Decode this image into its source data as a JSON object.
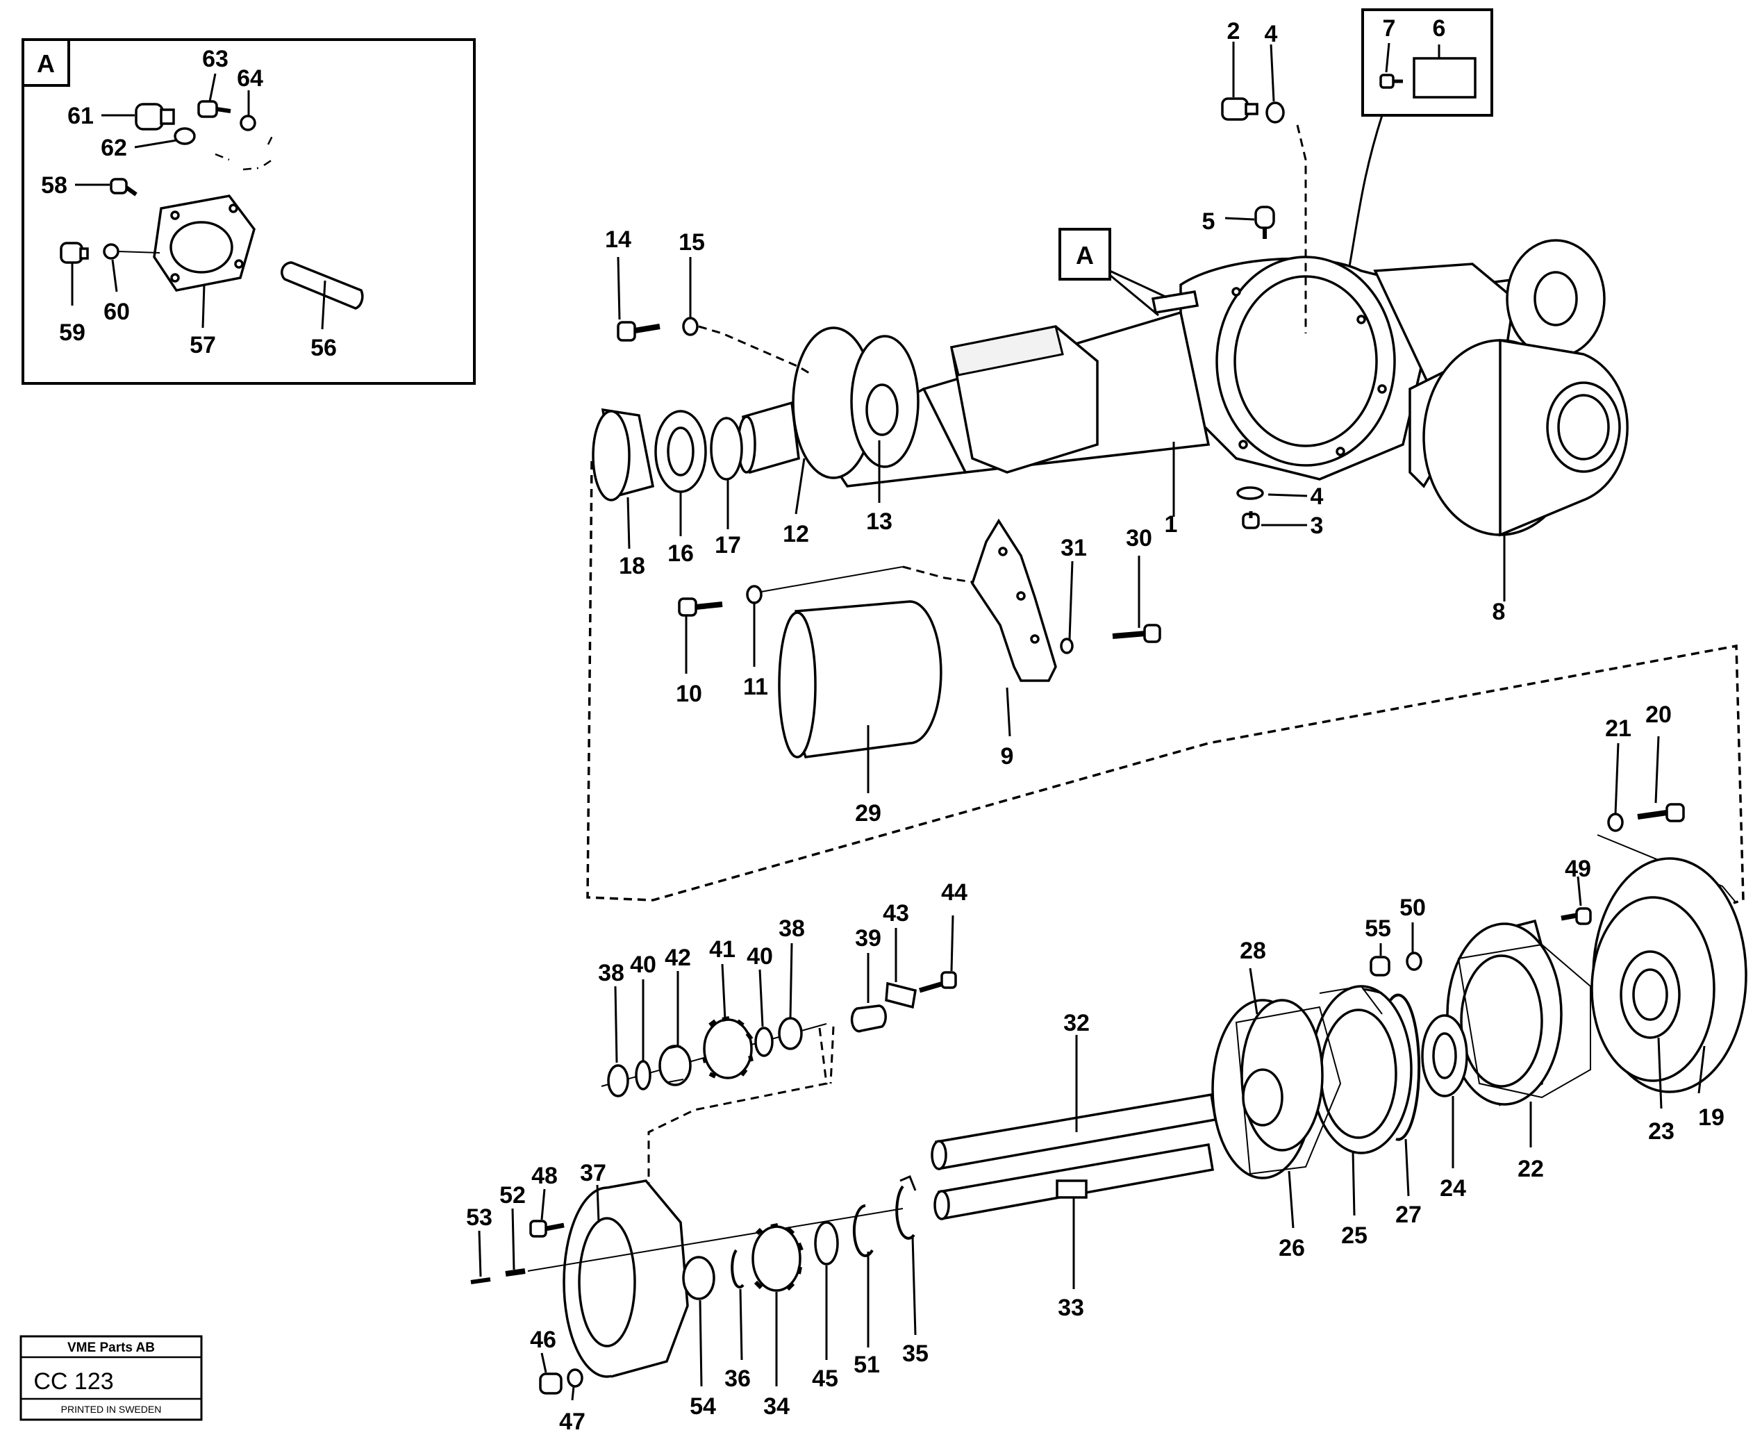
{
  "inset": {
    "tag": "A",
    "labels": [
      "63",
      "64",
      "61",
      "62",
      "58",
      "59",
      "60",
      "57",
      "56"
    ]
  },
  "callout_tag": "A",
  "parts": {
    "upper": [
      "2",
      "4",
      "7",
      "6",
      "5",
      "14",
      "15",
      "1",
      "4",
      "3",
      "12",
      "13",
      "18",
      "16",
      "17",
      "8"
    ],
    "middle": [
      "31",
      "30",
      "10",
      "11",
      "9",
      "29",
      "21",
      "20"
    ],
    "lower": [
      "49",
      "50",
      "55",
      "28",
      "32",
      "38",
      "40",
      "42",
      "41",
      "40",
      "38",
      "39",
      "43",
      "44",
      "37",
      "48",
      "52",
      "53",
      "46",
      "47",
      "54",
      "36",
      "34",
      "45",
      "51",
      "35",
      "33",
      "26",
      "25",
      "27",
      "24",
      "22",
      "23",
      "19"
    ]
  },
  "stamp": {
    "company": "VME Parts AB",
    "code": "CC 123",
    "printed": "PRINTED IN SWEDEN"
  }
}
